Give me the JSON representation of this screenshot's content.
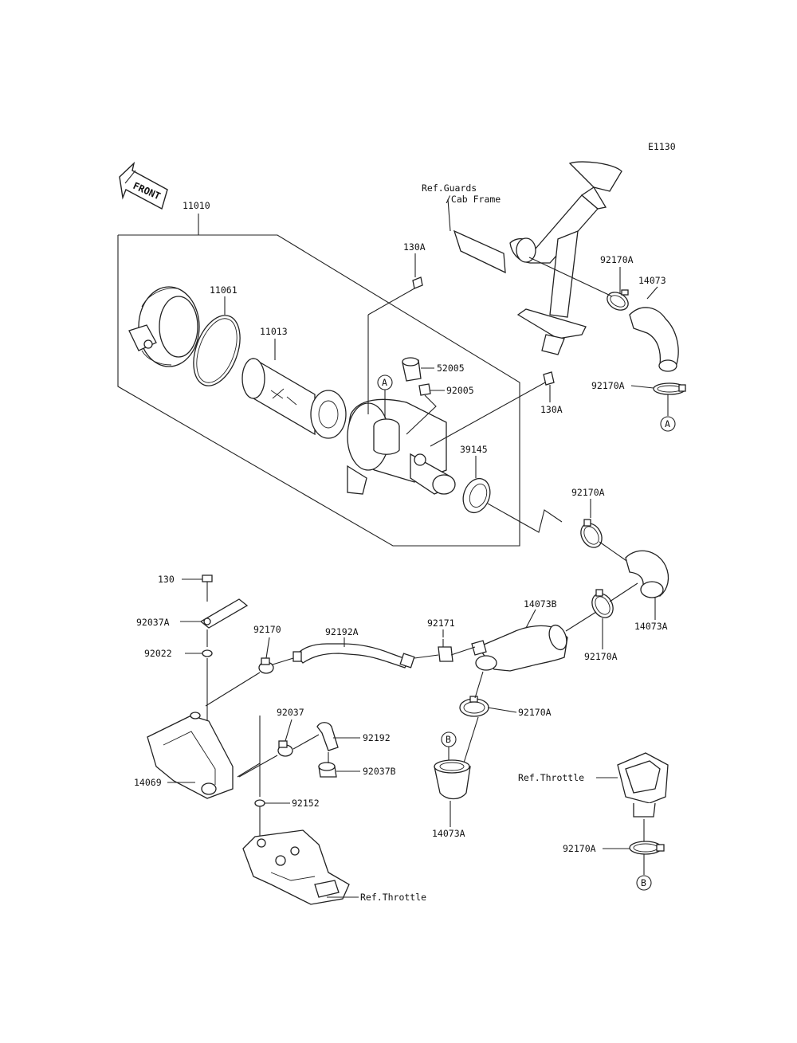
{
  "diagram": {
    "code": "E1130",
    "front_label": "FRONT",
    "ref_labels": {
      "guards_line1": "Ref.Guards",
      "guards_line2": "/Cab Frame",
      "throttle_top": "Ref.Throttle",
      "throttle_bottom": "Ref.Throttle"
    },
    "callouts": {
      "a": "A",
      "b": "B"
    },
    "parts": {
      "p11010": "11010",
      "p11061": "11061",
      "p11013": "11013",
      "p130A_top": "130A",
      "p130A_side": "130A",
      "p52005": "52005",
      "p92005": "92005",
      "p39145": "39145",
      "p92170A_1": "92170A",
      "p92170A_2": "92170A",
      "p92170A_3": "92170A",
      "p92170A_4": "92170A",
      "p92170A_5": "92170A",
      "p92170A_6": "92170A",
      "p14073": "14073",
      "p14073A_1": "14073A",
      "p14073A_2": "14073A",
      "p14073B": "14073B",
      "p130": "130",
      "p92037A": "92037A",
      "p92022": "92022",
      "p92170": "92170",
      "p92192A": "92192A",
      "p92171": "92171",
      "p92037": "92037",
      "p92192": "92192",
      "p92037B": "92037B",
      "p14069": "14069",
      "p92152": "92152"
    }
  }
}
